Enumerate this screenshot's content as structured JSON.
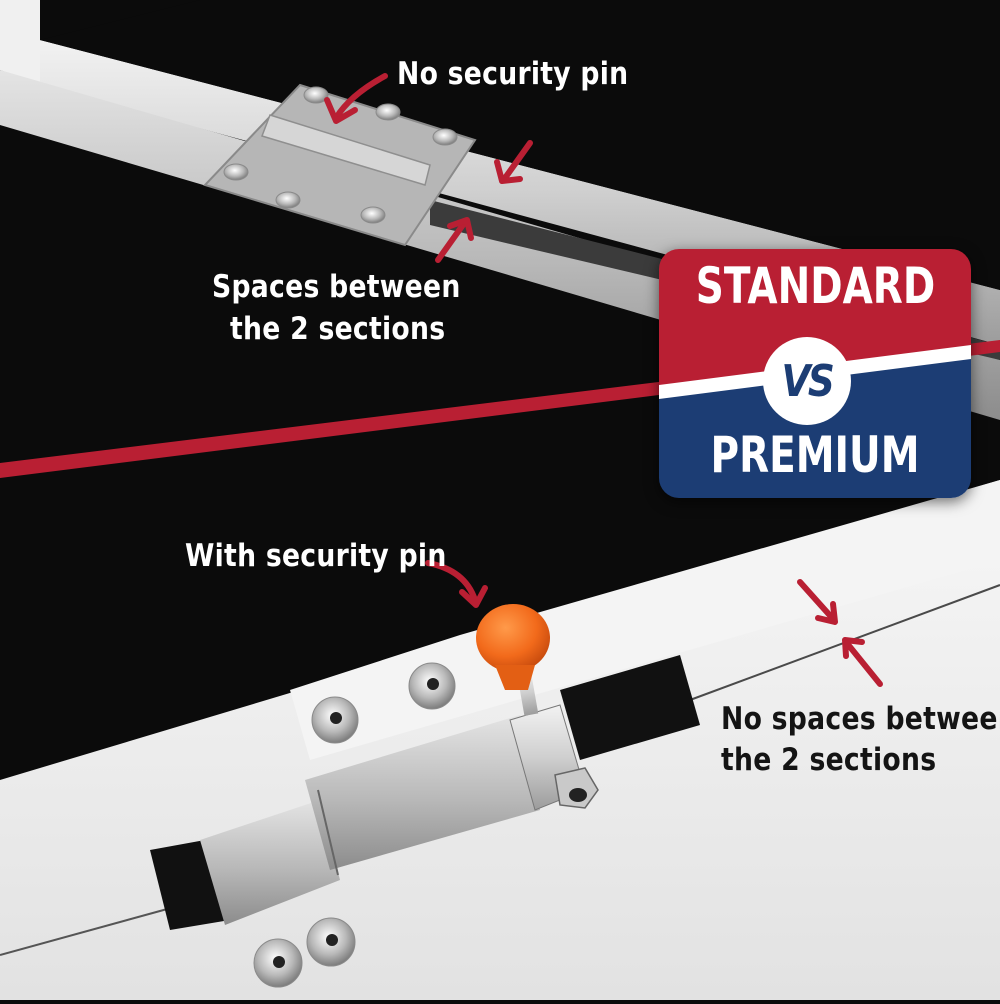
{
  "badge": {
    "top_label": "STANDARD",
    "vs_label": "VS",
    "bottom_label": "PREMIUM",
    "colors": {
      "red": "#b91f33",
      "blue": "#1c3d74",
      "white": "#ffffff"
    }
  },
  "standard_section": {
    "callout_pin": "No security pin",
    "callout_gap_line1": "Spaces between",
    "callout_gap_line2": "the 2 sections"
  },
  "premium_section": {
    "callout_pin": "With security pin",
    "callout_gap_line1": "No spaces between",
    "callout_gap_line2": "the 2 sections"
  },
  "colors": {
    "background": "#0b0b0b",
    "divider": "#b91f33",
    "arrow": "#b91f33",
    "pin_knob": "#f06a1c",
    "aluminum": "#d9d9d9"
  }
}
